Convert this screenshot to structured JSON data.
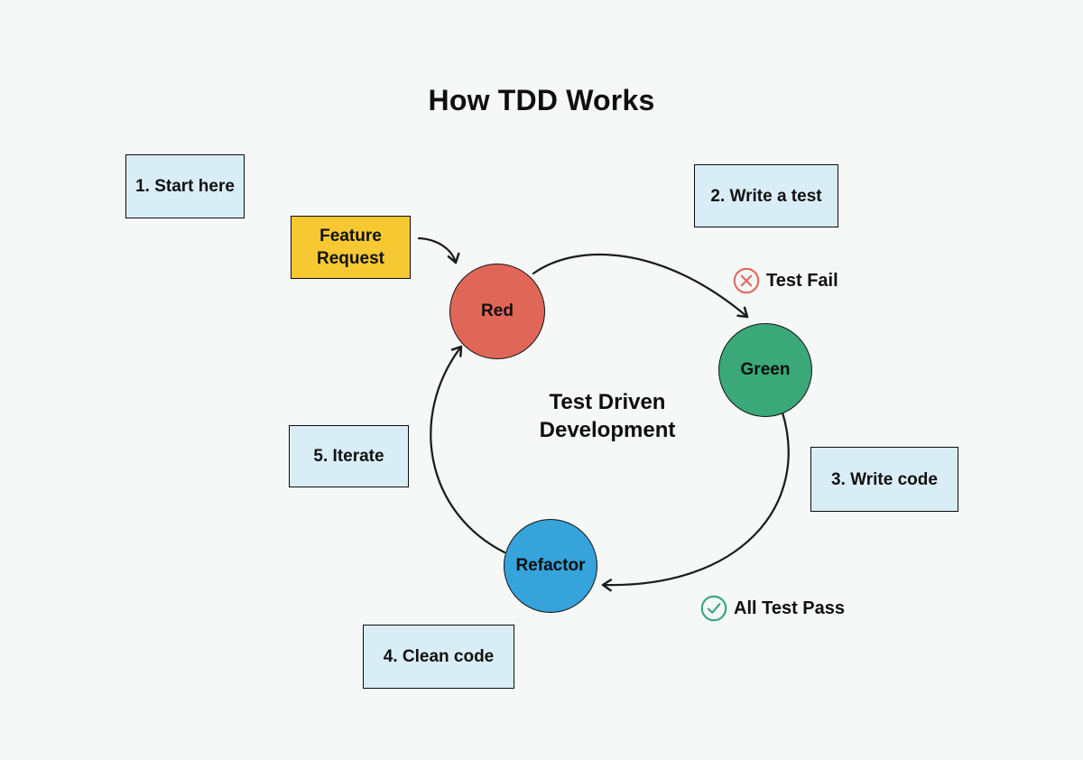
{
  "title": "How TDD Works",
  "center_label": "Test Driven\nDevelopment",
  "steps": [
    {
      "label": "1. Start here"
    },
    {
      "label": "2. Write a test"
    },
    {
      "label": "3. Write code"
    },
    {
      "label": "4. Clean code"
    },
    {
      "label": "5. Iterate"
    }
  ],
  "feature_request": {
    "label": "Feature\nRequest",
    "fill": "#f6c933"
  },
  "nodes": [
    {
      "id": "red",
      "label": "Red",
      "fill": "#e06757"
    },
    {
      "id": "green",
      "label": "Green",
      "fill": "#3aa878"
    },
    {
      "id": "refactor",
      "label": "Refactor",
      "fill": "#36a3db"
    }
  ],
  "badges": {
    "test_fail": {
      "label": "Test Fail",
      "icon": "circled-x",
      "color": "#e0685c"
    },
    "all_test_pass": {
      "label": "All Test Pass",
      "icon": "circled-check",
      "color": "#32a877"
    }
  },
  "colors": {
    "background": "#f6f7f7",
    "note_fill": "#d9edf6",
    "arrow_stroke": "#1c1c1c"
  }
}
